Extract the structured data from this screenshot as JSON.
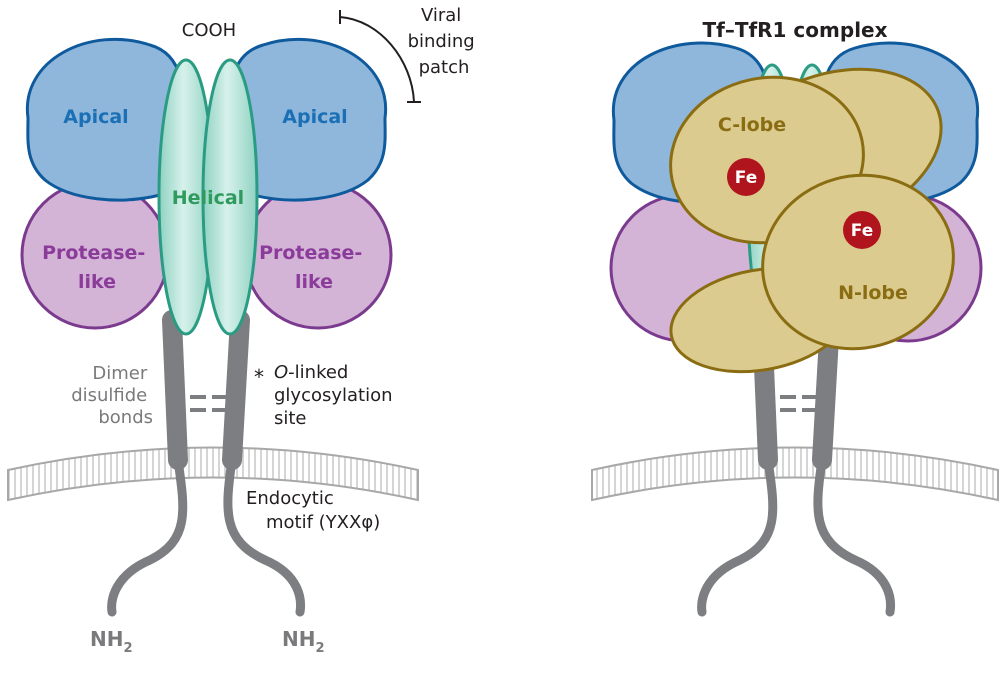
{
  "left_panel": {
    "top_label": "COOH",
    "viral_label": [
      "Viral",
      "binding",
      "patch"
    ],
    "apical_left": "Apical",
    "apical_right": "Apical",
    "helical": "Helical",
    "protease_left": [
      "Protease-",
      "like"
    ],
    "protease_right": [
      "Protease-",
      "like"
    ],
    "dimer_label": [
      "Dimer",
      "disulfide",
      "bonds"
    ],
    "glyco_star": "*",
    "glyco_label": [
      "O-linked",
      "glycosylation",
      "site"
    ],
    "glyco_italic_prefix": "O",
    "endocytic_label": [
      "Endocytic",
      "motif (YXXφ)"
    ],
    "nh2_left": "NH",
    "nh2_left_sub": "2",
    "nh2_right": "NH",
    "nh2_right_sub": "2"
  },
  "right_panel": {
    "title": "Tf–TfR1 complex",
    "c_lobe": "C-lobe",
    "n_lobe": "N-lobe",
    "fe_c": "Fe",
    "fe_n": "Fe"
  },
  "colors": {
    "apical_fill": "#8fb7dc",
    "apical_stroke": "#0f5a9c",
    "apical_text": "#1a6fb5",
    "protease_fill": "#d3b4d7",
    "protease_stroke": "#7b3a8e",
    "protease_text": "#8b3b99",
    "helical_fill": "#a9dcd0",
    "helical_stroke": "#2b9c84",
    "helical_text": "#2f9a5e",
    "stalk": "#7d7e81",
    "membrane": "#d8d8d8",
    "lobe_fill": "#dccb8e",
    "lobe_stroke": "#8a6d12",
    "lobe_text": "#8a6d12",
    "fe_fill": "#b0151d"
  }
}
